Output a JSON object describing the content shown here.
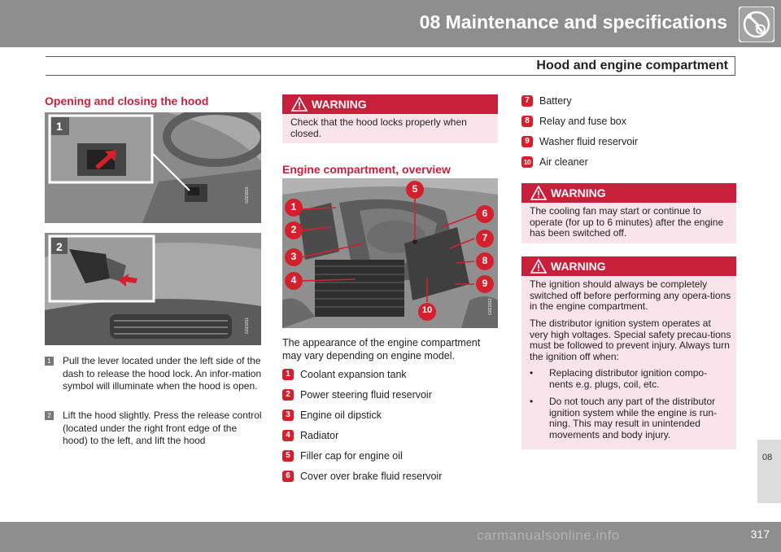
{
  "header": {
    "chapter_title": "08 Maintenance and specifications",
    "section_title": "Hood and engine compartment"
  },
  "left": {
    "heading": "Opening and closing the hood",
    "photo1": {
      "label": "1",
      "code": "G021810"
    },
    "photo2": {
      "label": "2",
      "code": "G021811"
    },
    "steps": [
      {
        "num": "1",
        "text": "Pull the lever located under the left side of the dash to release the hood lock. An infor-mation symbol will illuminate when the hood is open."
      },
      {
        "num": "2",
        "text": "Lift the hood slightly. Press the release control (located under the right front edge of the hood) to the left, and lift the hood"
      }
    ]
  },
  "middle": {
    "warning": {
      "title": "WARNING",
      "text": "Check that the hood locks properly when closed."
    },
    "heading": "Engine compartment, overview",
    "photo": {
      "code": "G021812",
      "callouts": [
        "1",
        "2",
        "3",
        "4",
        "5",
        "6",
        "7",
        "8",
        "9",
        "10"
      ]
    },
    "intro": "The appearance of the engine compartment may vary depending on engine model.",
    "items": [
      {
        "num": "1",
        "text": "Coolant expansion tank"
      },
      {
        "num": "2",
        "text": "Power steering fluid reservoir"
      },
      {
        "num": "3",
        "text": "Engine oil dipstick"
      },
      {
        "num": "4",
        "text": "Radiator"
      },
      {
        "num": "5",
        "text": "Filler cap for engine oil"
      },
      {
        "num": "6",
        "text": "Cover over brake fluid reservoir"
      }
    ]
  },
  "right": {
    "items": [
      {
        "num": "7",
        "text": "Battery"
      },
      {
        "num": "8",
        "text": "Relay and fuse box"
      },
      {
        "num": "9",
        "text": "Washer fluid reservoir"
      },
      {
        "num": "10",
        "text": "Air cleaner"
      }
    ],
    "warning1": {
      "title": "WARNING",
      "text": "The cooling fan may start or continue to operate (for up to 6 minutes) after the engine has been switched off."
    },
    "warning2": {
      "title": "WARNING",
      "p1": "The ignition should always be completely switched off before performing any opera-tions in the engine compartment.",
      "p2": "The distributor ignition system operates at very high voltages. Special safety precau-tions must be followed to prevent injury. Always turn the ignition off when:",
      "bullets": [
        {
          "dot": "•",
          "text": "Replacing distributor ignition compo-nents e.g. plugs, coil, etc."
        },
        {
          "dot": "•",
          "text": "Do not touch any part of the distributor ignition system while the engine is run-ning. This may result in unintended movements and body injury."
        }
      ]
    }
  },
  "footer": {
    "side_tab": "08",
    "page_number": "317",
    "watermark": "carmanualsonline.info"
  },
  "colors": {
    "accent": "#c8203a",
    "header_gray": "#8e8e8e",
    "warning_bg": "#fae4ec",
    "badge_red": "#d4202c"
  },
  "icons": {
    "chapter": "wrench-gear-icon",
    "warning": "warning-triangle-icon"
  }
}
